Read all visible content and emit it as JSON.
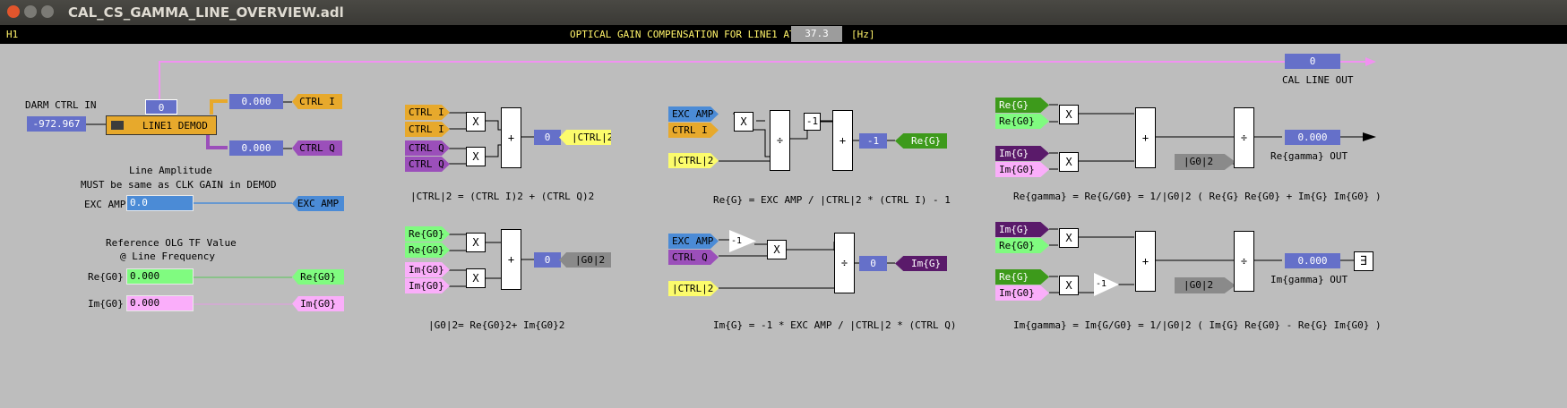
{
  "window": {
    "title": "CAL_CS_GAMMA_LINE_OVERVIEW.adl"
  },
  "header": {
    "site": "H1",
    "label": "OPTICAL GAIN COMPENSATION FOR LINE1 AT",
    "freq": "37.3",
    "unit": "[Hz]"
  },
  "left": {
    "darm_label": "DARM CTRL IN",
    "darm_value": "-972.967",
    "line1_value": "0",
    "demod_label": "LINE1 DEMOD",
    "ctrl_i_value": "0.000",
    "ctrl_q_value": "0.000",
    "ctrl_i_tag": "CTRL I",
    "ctrl_q_tag": "CTRL Q",
    "amp_title": "Line Amplitude",
    "amp_note": "MUST be same as CLK GAIN in DEMOD",
    "exc_label": "EXC AMP",
    "exc_value": "0.0",
    "exc_tag": "EXC AMP",
    "olg_title": "Reference OLG TF Value",
    "olg_sub": "@ Line Frequency",
    "re_label": "Re{G0}",
    "re_value": "0.000",
    "re_tag": "Re{G0}",
    "im_label": "Im{G0}",
    "im_value": "0.000",
    "im_tag": "Im{G0}"
  },
  "cal": {
    "value": "0",
    "label": "CAL LINE OUT"
  },
  "b1": {
    "in1": "CTRL I",
    "in2": "CTRL I",
    "in3": "CTRL Q",
    "in4": "CTRL Q",
    "value": "0",
    "out": "|CTRL|2",
    "formula": "|CTRL|2 = (CTRL I)2 + (CTRL Q)2"
  },
  "b2": {
    "in1": "Re{G0}",
    "in2": "Re{G0}",
    "in3": "Im{G0}",
    "in4": "Im{G0}",
    "value": "0",
    "out": "|G0|2",
    "formula": "|G0|2= Re{G0}2+ Im{G0}2"
  },
  "b3": {
    "in1": "EXC AMP",
    "in2": "CTRL I",
    "in3": "|CTRL|2",
    "const": "-1",
    "value": "-1",
    "out": "Re{G}",
    "formula": "Re{G} = EXC AMP / |CTRL|2 * (CTRL I) - 1"
  },
  "b4": {
    "in1": "EXC AMP",
    "in2": "CTRL Q",
    "in3": "|CTRL|2",
    "gain": "-1",
    "value": "0",
    "out": "Im{G}",
    "formula": "Im{G} = -1 * EXC AMP / |CTRL|2 * (CTRL Q)"
  },
  "b5": {
    "in1": "Re{G}",
    "in2": "Re{G0}",
    "in3": "Im{G}",
    "in4": "Im{G0}",
    "den": "|G0|2",
    "value": "0.000",
    "out": "Re{gamma} OUT",
    "formula": "Re{gamma} = Re{G/G0} = 1/|G0|2 ( Re{G} Re{G0} + Im{G} Im{G0} )"
  },
  "b6": {
    "in1": "Im{G}",
    "in2": "Re{G0}",
    "in3": "Re{G}",
    "in4": "Im{G0}",
    "gain": "-1",
    "den": "|G0|2",
    "value": "0.000",
    "out": "Im{gamma} OUT",
    "formula": "Im{gamma} = Im{G/G0} = 1/|G0|2 ( Im{G} Re{G0} - Re{G} Im{G0} )"
  }
}
